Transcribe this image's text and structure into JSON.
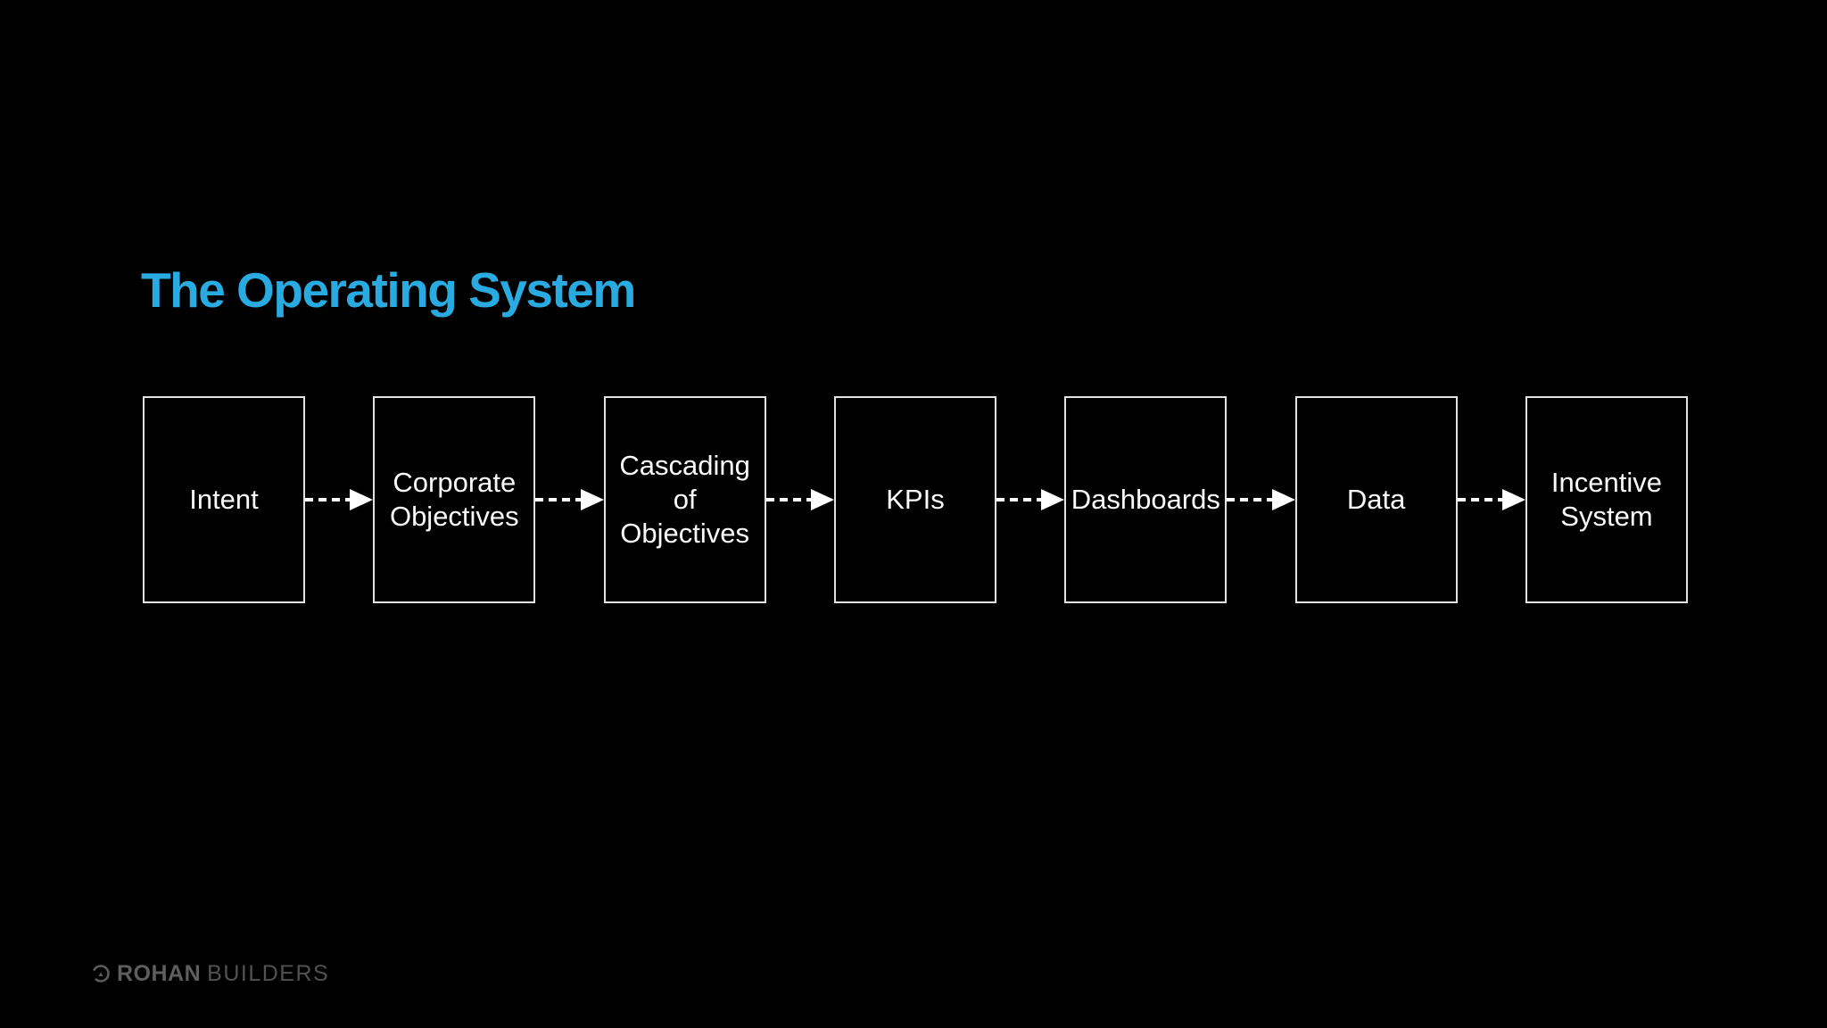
{
  "slide": {
    "title": "The Operating System",
    "background_color": "#000000",
    "title_color": "#29ABE2"
  },
  "flow": {
    "connector_style": "dashed-arrow",
    "box_border_color": "#E3E3E3",
    "box_text_color": "#FAFAFA",
    "arrow_color": "#FFFFFF",
    "steps": [
      {
        "label": "Intent"
      },
      {
        "label": "Corporate\nObjectives"
      },
      {
        "label": "Cascading\nof\nObjectives"
      },
      {
        "label": "KPIs"
      },
      {
        "label": "Dashboards"
      },
      {
        "label": "Data"
      },
      {
        "label": "Incentive\nSystem"
      }
    ]
  },
  "footer": {
    "brand_primary": "ROHAN",
    "brand_secondary": "BUILDERS",
    "logo_icon": "circular-brand-mark",
    "color": "#5C5C5C"
  }
}
